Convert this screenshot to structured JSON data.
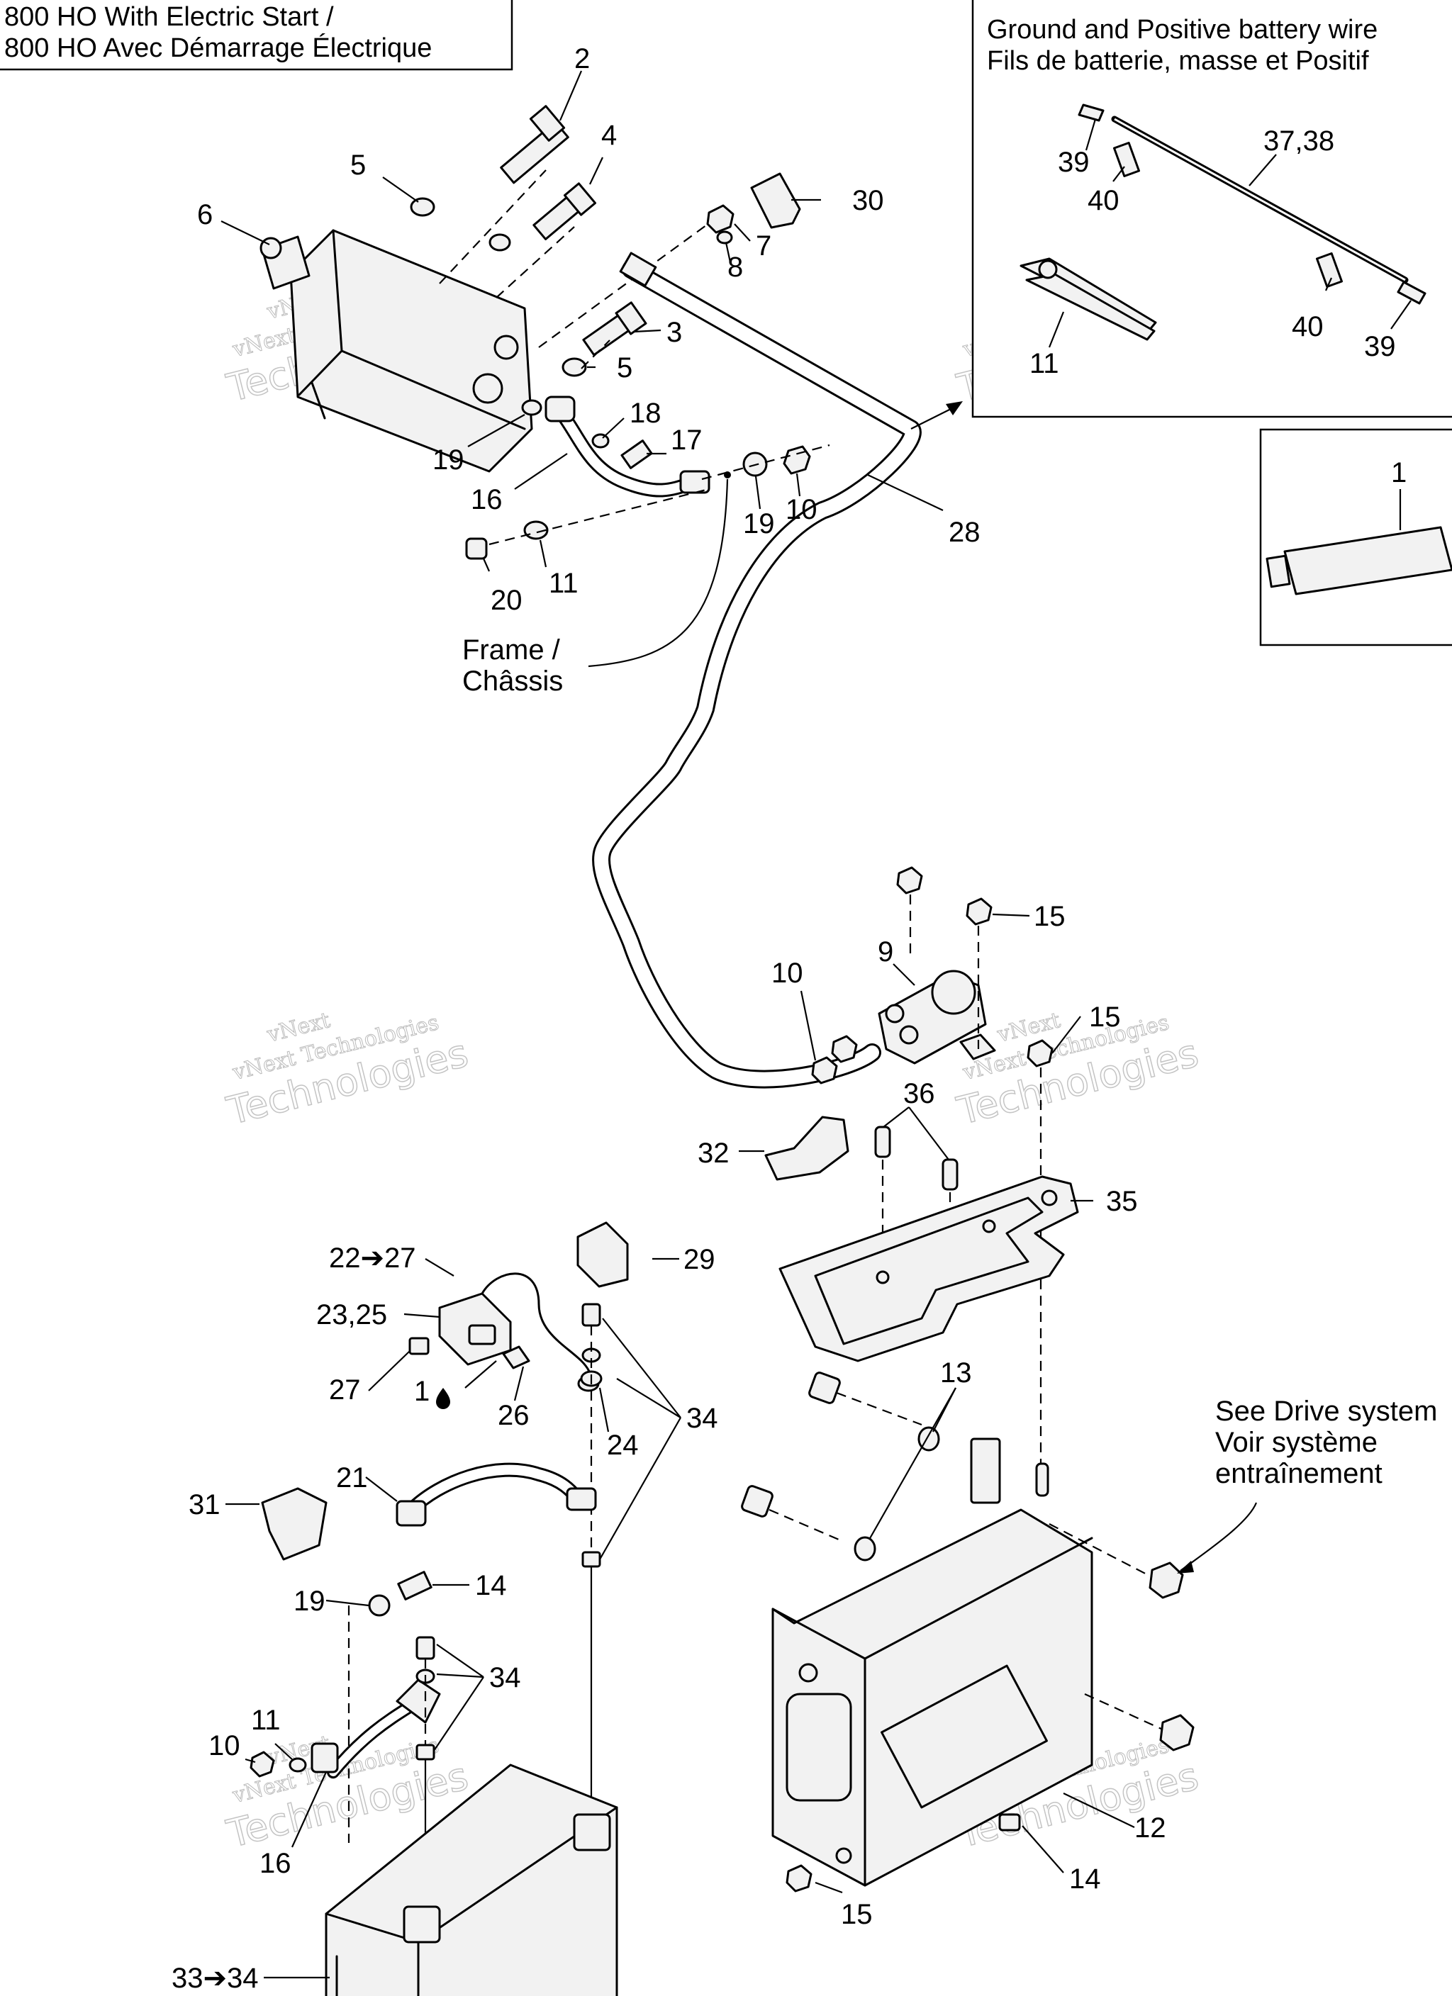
{
  "header": {
    "title_en": "800 HO With Electric Start  /",
    "title_fr": "800 HO Avec Démarrage Électrique"
  },
  "inset_battery_wire": {
    "title_en": "Ground and Positive battery wire",
    "title_fr": "Fils de batterie, masse et Positif"
  },
  "callouts": {
    "frame": [
      "Frame /",
      "Châssis"
    ],
    "drive_system": [
      "See Drive system",
      "Voir système",
      "entraînement"
    ]
  },
  "watermark": {
    "line1": "vNext",
    "line2": "vNext Technologies",
    "line3": "Technologies"
  },
  "part_labels": {
    "p1": "1",
    "p2": "2",
    "p3": "3",
    "p4": "4",
    "p5a": "5",
    "p5b": "5",
    "p6": "6",
    "p7": "7",
    "p8": "8",
    "p9": "9",
    "p10a": "10",
    "p10b": "10",
    "p10c": "10",
    "p11a": "11",
    "p11b": "11",
    "p11c": "11",
    "p12": "12",
    "p13": "13",
    "p14a": "14",
    "p14b": "14",
    "p15a": "15",
    "p15b": "15",
    "p15c": "15",
    "p16a": "16",
    "p16b": "16",
    "p17": "17",
    "p18": "18",
    "p19a": "19",
    "p19b": "19",
    "p19c": "19",
    "p20": "20",
    "p21": "21",
    "p22": "22➔27",
    "p23": "23,25",
    "p24": "24",
    "p26": "26",
    "p27": "27",
    "p28": "28",
    "p29": "29",
    "p30": "30",
    "p31": "31",
    "p32": "32",
    "p33": "33➔34",
    "p34a": "34",
    "p34b": "34",
    "p35": "35",
    "p36": "36",
    "p3738": "37,38",
    "p39a": "39",
    "p39b": "39",
    "p40a": "40",
    "p40b": "40",
    "p1drop": "1"
  }
}
